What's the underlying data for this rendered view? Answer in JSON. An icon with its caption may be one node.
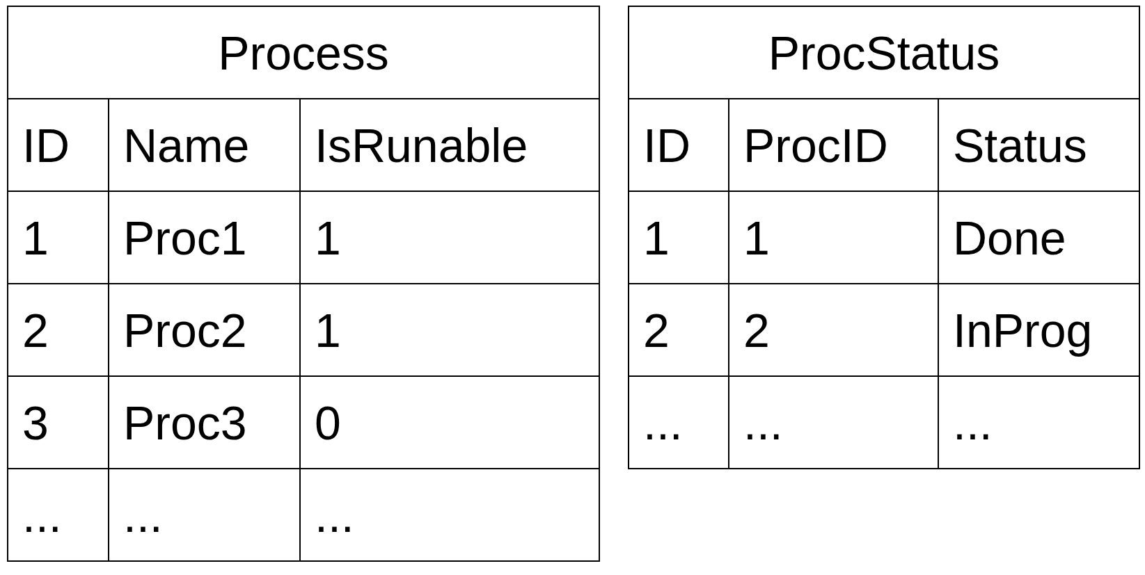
{
  "diagram": {
    "labels": [
      "Process",
      "ID",
      "Name",
      "IsRunable",
      "1",
      "Proc1",
      "1",
      "2",
      "Proc2",
      "1",
      "3",
      "Proc3",
      "0",
      "...",
      "...",
      "...",
      "ProcStatus",
      "ID",
      "ProcID",
      "Status",
      "1",
      "1",
      "Done",
      "2",
      "2",
      "InProg",
      "...",
      "...",
      "..."
    ]
  }
}
